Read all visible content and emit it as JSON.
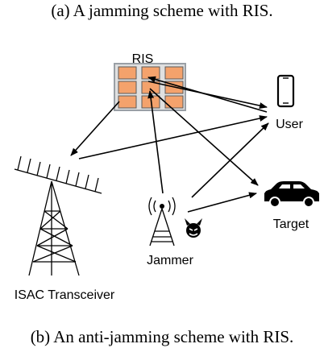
{
  "captions": {
    "top": "(a) A jamming scheme with RIS.",
    "bottom": "(b) An anti-jamming scheme with RIS."
  },
  "nodes": {
    "ris": {
      "label": "RIS",
      "icon": "ris-panel-icon"
    },
    "user": {
      "label": "User",
      "icon": "smartphone-icon"
    },
    "target": {
      "label": "Target",
      "icon": "car-icon"
    },
    "jammer": {
      "label": "Jammer",
      "icon": "antenna-tower-icon"
    },
    "transceiver": {
      "label": "ISAC Transceiver",
      "icon": "isac-antenna-array-icon"
    }
  },
  "colors": {
    "ris_element": "#f4a26c",
    "ris_panel": "#9aa0a6",
    "devil": "#000000"
  },
  "links": [
    {
      "from": "ris",
      "to": "transceiver"
    },
    {
      "from": "ris",
      "to": "user"
    },
    {
      "from": "ris",
      "to": "target"
    },
    {
      "from": "transceiver",
      "to": "user"
    },
    {
      "from": "jammer",
      "to": "ris"
    },
    {
      "from": "jammer",
      "to": "user"
    },
    {
      "from": "jammer",
      "to": "target"
    },
    {
      "from": "user",
      "to": "ris"
    }
  ]
}
